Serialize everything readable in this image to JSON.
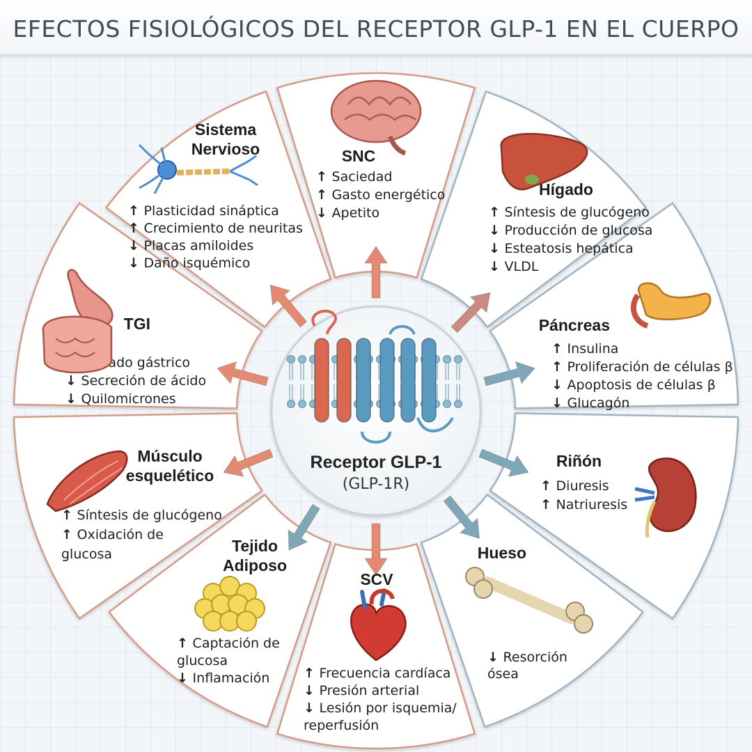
{
  "title": "EFECTOS FISIOLÓGICOS DEL RECEPTOR GLP-1 EN EL CUERPO",
  "center": {
    "name": "Receptor GLP-1",
    "abbr": "(GLP-1R)"
  },
  "colors": {
    "up_arrow": "#e58a72",
    "down_arrow": "#7ea7b7",
    "sector_border_warm": "#d59a88",
    "sector_border_cool": "#9fb4c2",
    "sector_fill": "#ffffff",
    "helix_red": "#d9684f",
    "helix_blue": "#5b9ac0"
  },
  "sectors": [
    {
      "id": "snc",
      "title": [
        "SNC"
      ],
      "icon": "brain-icon",
      "effects": [
        {
          "dir": "up",
          "text": "Saciedad"
        },
        {
          "dir": "up",
          "text": "Gasto energético"
        },
        {
          "dir": "down",
          "text": "Apetito"
        }
      ]
    },
    {
      "id": "higado",
      "title": [
        "Hígado"
      ],
      "icon": "liver-icon",
      "effects": [
        {
          "dir": "up",
          "text": "Síntesis de glucógeno"
        },
        {
          "dir": "down",
          "text": "Producción de glucosa"
        },
        {
          "dir": "down",
          "text": "Esteatosis hepática"
        },
        {
          "dir": "down",
          "text": "VLDL"
        }
      ]
    },
    {
      "id": "pancreas",
      "title": [
        "Páncreas"
      ],
      "icon": "pancreas-icon",
      "effects": [
        {
          "dir": "up",
          "text": "Insulina"
        },
        {
          "dir": "up",
          "text": "Proliferación de células β"
        },
        {
          "dir": "down",
          "text": "Apoptosis de células β"
        },
        {
          "dir": "down",
          "text": "Glucagón"
        }
      ]
    },
    {
      "id": "rinon",
      "title": [
        "Riñón"
      ],
      "icon": "kidney-icon",
      "effects": [
        {
          "dir": "up",
          "text": "Diuresis"
        },
        {
          "dir": "up",
          "text": "Natriuresis"
        }
      ]
    },
    {
      "id": "hueso",
      "title": [
        "Hueso"
      ],
      "icon": "bone-icon",
      "effects": [
        {
          "dir": "down",
          "text": "Resorción"
        },
        {
          "dir": "none",
          "text": "ósea"
        }
      ]
    },
    {
      "id": "scv",
      "title": [
        "SCV"
      ],
      "icon": "heart-icon",
      "effects": [
        {
          "dir": "up",
          "text": "Frecuencia cardíaca"
        },
        {
          "dir": "down",
          "text": "Presión arterial"
        },
        {
          "dir": "down",
          "text": "Lesión por isquemia/"
        },
        {
          "dir": "none",
          "text": "reperfusión"
        }
      ]
    },
    {
      "id": "tejido",
      "title": [
        "Tejido",
        "Adiposo"
      ],
      "icon": "fat-cells-icon",
      "effects": [
        {
          "dir": "up",
          "text": "Captación de"
        },
        {
          "dir": "none",
          "text": "glucosa"
        },
        {
          "dir": "down",
          "text": "Inflamación"
        }
      ]
    },
    {
      "id": "musculo",
      "title": [
        "Músculo",
        "esquelético"
      ],
      "icon": "muscle-icon",
      "effects": [
        {
          "dir": "up",
          "text": "Síntesis de glucógeno"
        },
        {
          "dir": "up",
          "text": "Oxidación de"
        },
        {
          "dir": "none",
          "text": "glucosa"
        }
      ]
    },
    {
      "id": "tgi",
      "title": [
        "TGI"
      ],
      "icon": "stomach-intestine-icon",
      "effects": [
        {
          "dir": "down",
          "text": "Vaciado gástrico"
        },
        {
          "dir": "down",
          "text": "Secreción de ácido"
        },
        {
          "dir": "down",
          "text": "Quilomicrones"
        }
      ]
    },
    {
      "id": "sistema",
      "title": [
        "Sistema",
        "Nervioso"
      ],
      "icon": "neuron-icon",
      "effects": [
        {
          "dir": "up",
          "text": "Plasticidad sináptica"
        },
        {
          "dir": "up",
          "text": "Crecimiento de neuritas"
        },
        {
          "dir": "down",
          "text": "Placas amiloides"
        },
        {
          "dir": "down",
          "text": "Daño isquémico"
        }
      ]
    }
  ]
}
